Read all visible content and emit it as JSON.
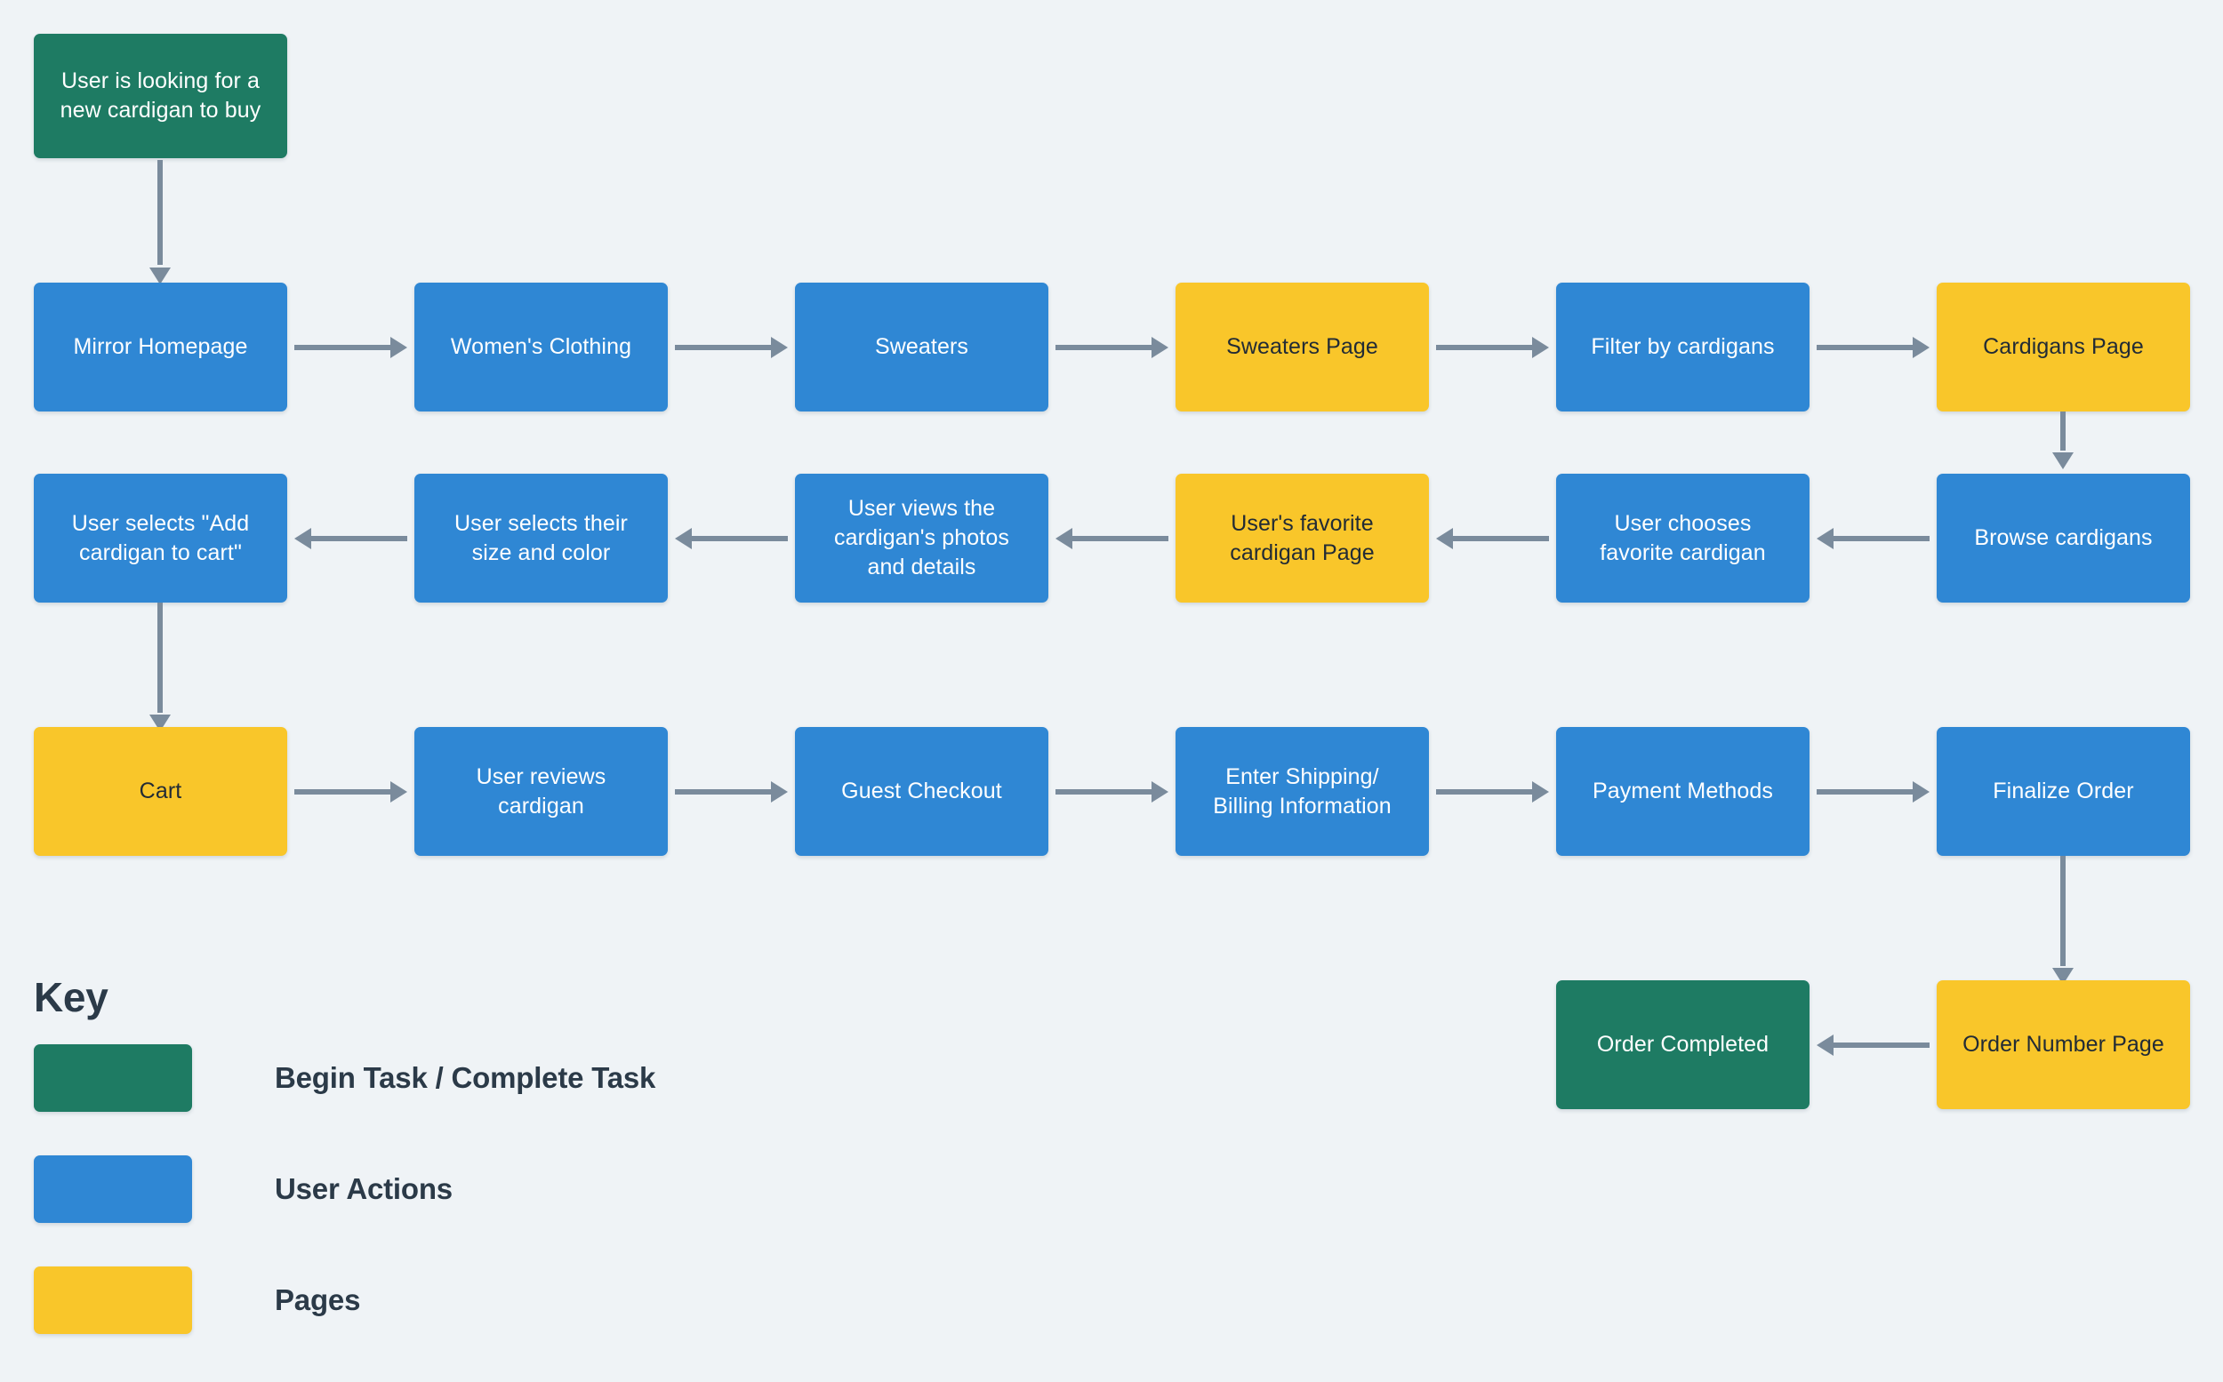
{
  "diagram": {
    "type": "user-flow-flowchart",
    "background_color": "#eff3f6",
    "connector_color": "#7a8b9c",
    "nodes": [
      {
        "id": "start",
        "label": "User is looking for a\nnew cardigan to buy",
        "category": "begin-complete",
        "color": "#1e7b63"
      },
      {
        "id": "mirror-homepage",
        "label": "Mirror Homepage",
        "category": "user-action",
        "color": "#2f87d4"
      },
      {
        "id": "womens-clothing",
        "label": "Women's Clothing",
        "category": "user-action",
        "color": "#2f87d4"
      },
      {
        "id": "sweaters",
        "label": "Sweaters",
        "category": "user-action",
        "color": "#2f87d4"
      },
      {
        "id": "sweaters-page",
        "label": "Sweaters Page",
        "category": "page",
        "color": "#f9c62a"
      },
      {
        "id": "filter-cardigans",
        "label": "Filter by cardigans",
        "category": "user-action",
        "color": "#2f87d4"
      },
      {
        "id": "cardigans-page",
        "label": "Cardigans Page",
        "category": "page",
        "color": "#f9c62a"
      },
      {
        "id": "browse-cardigans",
        "label": "Browse cardigans",
        "category": "user-action",
        "color": "#2f87d4"
      },
      {
        "id": "choose-favorite",
        "label": "User chooses\nfavorite cardigan",
        "category": "user-action",
        "color": "#2f87d4"
      },
      {
        "id": "favorite-page",
        "label": "User's favorite\ncardigan Page",
        "category": "page",
        "color": "#f9c62a"
      },
      {
        "id": "view-photos",
        "label": "User views the\ncardigan's photos\nand details",
        "category": "user-action",
        "color": "#2f87d4"
      },
      {
        "id": "size-color",
        "label": "User selects their\nsize and color",
        "category": "user-action",
        "color": "#2f87d4"
      },
      {
        "id": "add-to-cart",
        "label": "User selects \"Add\ncardigan to cart\"",
        "category": "user-action",
        "color": "#2f87d4"
      },
      {
        "id": "cart",
        "label": "Cart",
        "category": "page",
        "color": "#f9c62a"
      },
      {
        "id": "review-cardigan",
        "label": "User reviews\ncardigan",
        "category": "user-action",
        "color": "#2f87d4"
      },
      {
        "id": "guest-checkout",
        "label": "Guest Checkout",
        "category": "user-action",
        "color": "#2f87d4"
      },
      {
        "id": "shipping-billing",
        "label": "Enter Shipping/\nBilling Information",
        "category": "user-action",
        "color": "#2f87d4"
      },
      {
        "id": "payment-methods",
        "label": "Payment Methods",
        "category": "user-action",
        "color": "#2f87d4"
      },
      {
        "id": "finalize-order",
        "label": "Finalize Order",
        "category": "user-action",
        "color": "#2f87d4"
      },
      {
        "id": "order-number",
        "label": "Order Number Page",
        "category": "page",
        "color": "#f9c62a"
      },
      {
        "id": "order-completed",
        "label": "Order Completed",
        "category": "begin-complete",
        "color": "#1e7b63"
      }
    ]
  },
  "key": {
    "title": "Key",
    "items": [
      {
        "swatch_color": "#1e7b63",
        "label": "Begin Task / Complete Task"
      },
      {
        "swatch_color": "#2f87d4",
        "label": "User Actions"
      },
      {
        "swatch_color": "#f9c62a",
        "label": "Pages"
      }
    ]
  }
}
